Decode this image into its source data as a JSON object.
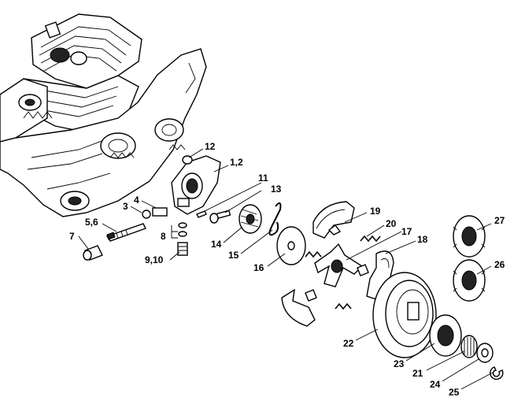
{
  "diagram": {
    "callouts": [
      {
        "id": "c12",
        "text": "12"
      },
      {
        "id": "c1-2",
        "text": "1,2"
      },
      {
        "id": "c11",
        "text": "11"
      },
      {
        "id": "c13",
        "text": "13"
      },
      {
        "id": "c4",
        "text": "4"
      },
      {
        "id": "c3",
        "text": "3"
      },
      {
        "id": "c5-6",
        "text": "5,6"
      },
      {
        "id": "c7",
        "text": "7"
      },
      {
        "id": "c8",
        "text": "8"
      },
      {
        "id": "c9-10",
        "text": "9,10"
      },
      {
        "id": "c14",
        "text": "14"
      },
      {
        "id": "c15",
        "text": "15"
      },
      {
        "id": "c16",
        "text": "16"
      },
      {
        "id": "c19",
        "text": "19"
      },
      {
        "id": "c20",
        "text": "20"
      },
      {
        "id": "c17",
        "text": "17"
      },
      {
        "id": "c18",
        "text": "18"
      },
      {
        "id": "c27",
        "text": "27"
      },
      {
        "id": "c26",
        "text": "26"
      },
      {
        "id": "c22",
        "text": "22"
      },
      {
        "id": "c23",
        "text": "23"
      },
      {
        "id": "c21",
        "text": "21"
      },
      {
        "id": "c24",
        "text": "24"
      },
      {
        "id": "c25",
        "text": "25"
      }
    ]
  }
}
